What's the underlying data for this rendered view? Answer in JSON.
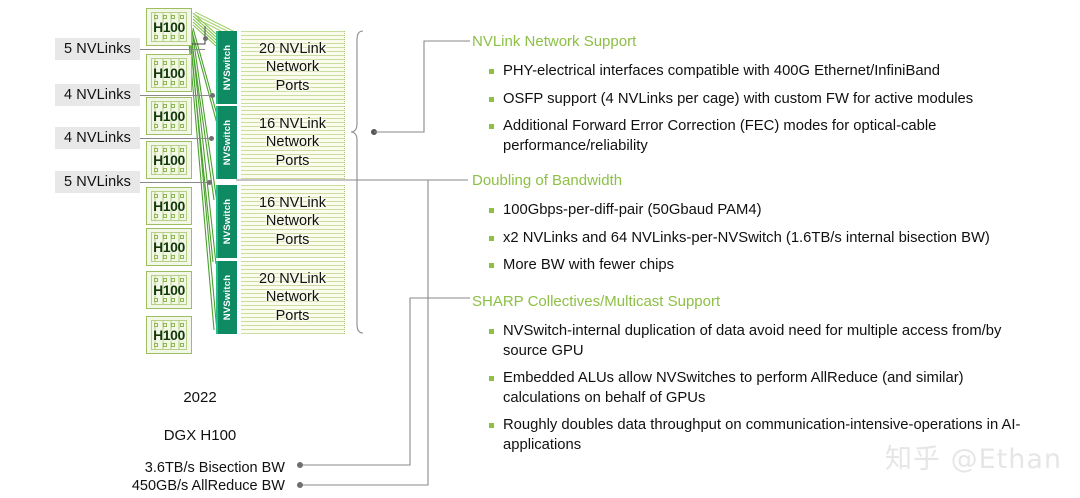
{
  "diagram": {
    "nvlink_labels": [
      {
        "text": "5 NVLinks"
      },
      {
        "text": "4 NVLinks"
      },
      {
        "text": "4 NVLinks"
      },
      {
        "text": "5 NVLinks"
      }
    ],
    "gpus": [
      {
        "label": "H100"
      },
      {
        "label": "H100"
      },
      {
        "label": "H100"
      },
      {
        "label": "H100"
      },
      {
        "label": "H100"
      },
      {
        "label": "H100"
      },
      {
        "label": "H100"
      },
      {
        "label": "H100"
      }
    ],
    "switches": [
      {
        "name": "NVSwitch",
        "ports": "20 NVLink\nNetwork\nPorts",
        "ports_count": "20"
      },
      {
        "name": "NVSwitch",
        "ports": "16 NVLink\nNetwork\nPorts",
        "ports_count": "16"
      },
      {
        "name": "NVSwitch",
        "ports": "16 NVLink\nNetwork\nPorts",
        "ports_count": "16"
      },
      {
        "name": "NVSwitch",
        "ports": "20 NVLink\nNetwork\nPorts",
        "ports_count": "20"
      }
    ],
    "captions": {
      "year": "2022",
      "system": "DGX H100",
      "bisection_bw": "3.6TB/s Bisection BW",
      "allreduce_bw": "450GB/s AllReduce BW"
    }
  },
  "sections": [
    {
      "heading": "NVLink Network Support",
      "bullets": [
        "PHY-electrical interfaces compatible with 400G Ethernet/InfiniBand",
        "OSFP support (4 NVLinks per cage) with custom FW for active modules",
        "Additional Forward Error Correction (FEC) modes for optical-cable performance/reliability"
      ]
    },
    {
      "heading": "Doubling of Bandwidth",
      "bullets": [
        "100Gbps-per-diff-pair (50Gbaud PAM4)",
        "x2 NVLinks and 64 NVLinks-per-NVSwitch (1.6TB/s internal bisection BW)",
        "More BW with fewer chips"
      ]
    },
    {
      "heading": "SHARP Collectives/Multicast Support",
      "bullets": [
        "NVSwitch-internal duplication of data avoid need for multiple access from/by source GPU",
        "Embedded ALUs allow NVSwitches to perform AllReduce (and similar) calculations on behalf of GPUs",
        "Roughly doubles data throughput on communication-intensive-operations in AI-applications"
      ]
    }
  ],
  "watermark": "知乎 @Ethan",
  "colors": {
    "accent_green": "#8dc045",
    "switch_teal": "#0f8b63",
    "switch_edge": "#21c08a",
    "chip_fill": "#f2f7e8",
    "chip_border": "#9dbf62",
    "label_bg": "#e8e8e8",
    "line_gray": "#8a8a8a"
  }
}
